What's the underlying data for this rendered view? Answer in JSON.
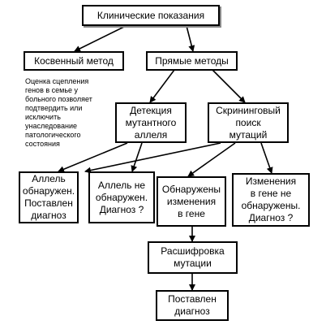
{
  "nodes": {
    "clinical": "Клинические показания",
    "indirect": "Косвенный метод",
    "direct": "Прямые методы",
    "detection": "Детекция\nмутантного\nаллеля",
    "screening": "Скрининговый\nпоиск\nмутаций",
    "allele_found": "Аллель\nобнаружен.\nПоставлен\nдиагноз",
    "allele_not_found": "Аллель не\nобнаружен.\nДиагноз ?",
    "changes_found": "Обнаружены\nизменения\nв гене",
    "changes_not_found": "Изменения\nв гене не\nобнаружены.\nДиагноз ?",
    "decoding": "Расшифровка\nмутации",
    "diagnosed": "Поставлен\nдиагноз"
  },
  "note": "Оценка сцепления\nгенов в семье у\nбольного позволяет\nподтвердить или\nисключить\nунаследование\nпатологического\nсостояния",
  "colors": {
    "line": "#000000",
    "box_border": "#000000",
    "shadow": "#888888"
  }
}
